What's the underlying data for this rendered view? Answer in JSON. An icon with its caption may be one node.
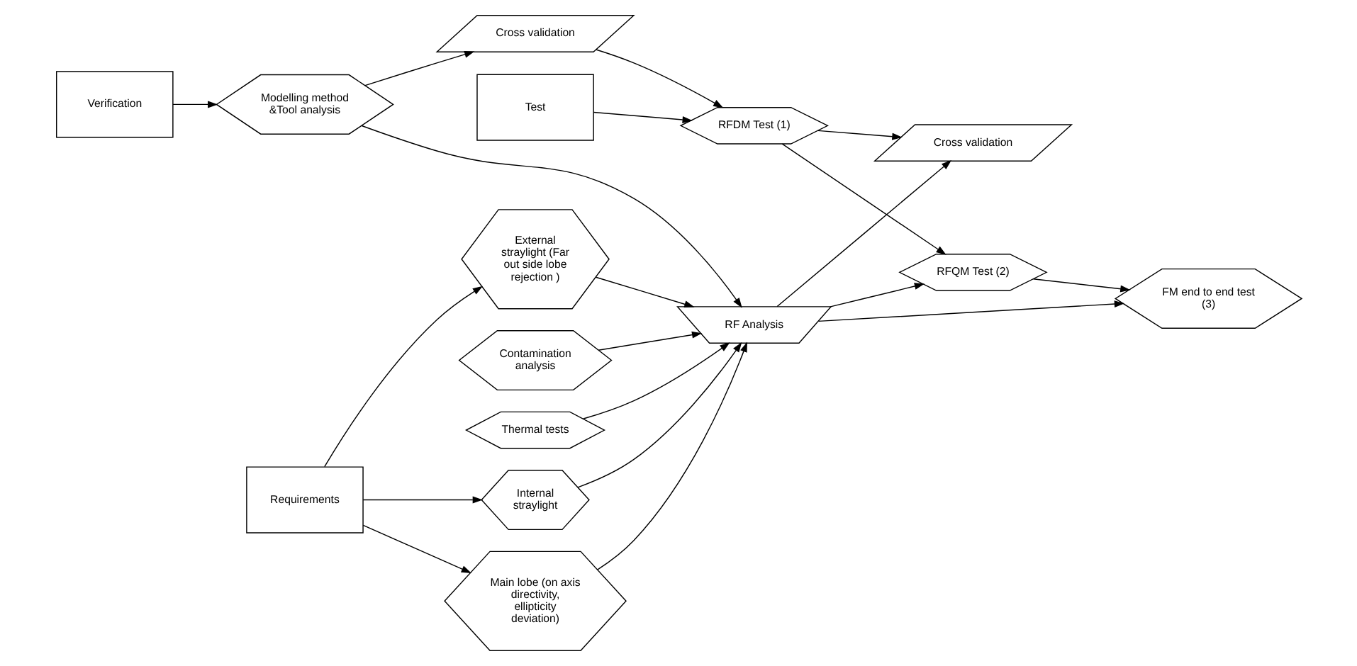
{
  "diagram": {
    "nodes": [
      {
        "text": [
          "Requirements"
        ]
      },
      {
        "text": [
          "Main lobe (on axis directivity, ellipticity deviation)"
        ]
      },
      {
        "text": [
          "External straylight (Far out side lobe rejection )"
        ]
      },
      {
        "text": [
          "Internal straylight"
        ]
      },
      {
        "text": [
          "Verification"
        ]
      },
      {
        "text": [
          "Modelling method &Tool analysis"
        ]
      },
      {
        "text": [
          "RF Analysis"
        ]
      },
      {
        "text": [
          "Contamination analysis"
        ]
      },
      {
        "text": [
          "Cross validation"
        ]
      },
      {
        "text": [
          "Cross validation"
        ]
      },
      {
        "text": [
          "Thermal tests"
        ]
      },
      {
        "text": [
          "Test"
        ]
      },
      {
        "text": [
          "RFDM Test (1)"
        ]
      },
      {
        "text": [
          "RFQM Test (2)"
        ]
      },
      {
        "text": [
          "FM end to end test (3)"
        ]
      }
    ],
    "edges": [
      {
        "from": 0,
        "to": 1,
        "arrow": "to"
      },
      {
        "from": 0,
        "to": 2,
        "arrow": "to"
      },
      {
        "from": 0,
        "to": 3,
        "arrow": "to"
      },
      {
        "from": 1,
        "to": 6,
        "arrow": "to"
      },
      {
        "from": 2,
        "to": 6,
        "arrow": "to"
      },
      {
        "from": 3,
        "to": 6,
        "arrow": "to"
      },
      {
        "from": 4,
        "to": 5,
        "arrow": "to"
      },
      {
        "from": 5,
        "to": 6,
        "arrow": "to"
      },
      {
        "from": 6,
        "to": 9,
        "arrow": "to"
      },
      {
        "from": 7,
        "to": 6,
        "arrow": "to"
      },
      {
        "from": 5,
        "to": 8,
        "arrow": "to"
      },
      {
        "from": 8,
        "to": 12,
        "arrow": "to"
      },
      {
        "from": 12,
        "to": 9,
        "arrow": "to"
      },
      {
        "from": 10,
        "to": 6,
        "arrow": "to"
      },
      {
        "from": 6,
        "to": 13,
        "arrow": "to"
      },
      {
        "from": 6,
        "to": 14,
        "arrow": "to"
      },
      {
        "from": 11,
        "to": 12,
        "arrow": "to"
      },
      {
        "from": 12,
        "to": 13,
        "arrow": "to"
      },
      {
        "from": 13,
        "to": 14,
        "arrow": "to"
      }
    ]
  }
}
